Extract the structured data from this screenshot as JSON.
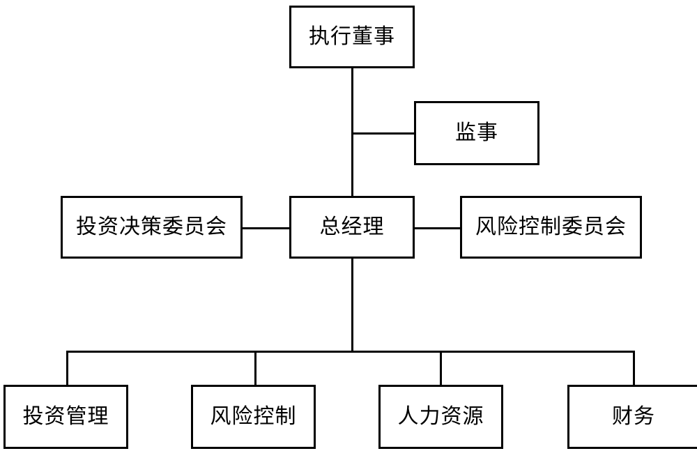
{
  "chart": {
    "type": "org-chart",
    "title": "",
    "orientation": "top-down",
    "line_color": "#000000",
    "box_fill": "#ffffff",
    "box_border_color": "#000000",
    "text_color": "#000000",
    "levels": [
      {
        "level": 1,
        "nodes": [
          {
            "id": "executive-director",
            "label": "执行董事"
          }
        ]
      },
      {
        "level": 2,
        "nodes": [
          {
            "id": "supervisor",
            "label": "监事"
          }
        ]
      },
      {
        "level": 3,
        "nodes": [
          {
            "id": "investment-decision-committee",
            "label": "投资决策委员会"
          },
          {
            "id": "general-manager",
            "label": "总经理"
          },
          {
            "id": "risk-control-committee",
            "label": "风险控制委员会"
          }
        ]
      },
      {
        "level": 4,
        "nodes": [
          {
            "id": "investment-management",
            "label": "投资管理"
          },
          {
            "id": "risk-control",
            "label": "风险控制"
          },
          {
            "id": "human-resources",
            "label": "人力资源"
          },
          {
            "id": "finance",
            "label": "财务"
          }
        ]
      }
    ],
    "edges": [
      {
        "from": "executive-director",
        "to": "general-manager",
        "style": "straight-vertical"
      },
      {
        "from": "executive-director",
        "to": "supervisor",
        "style": "elbow-right"
      },
      {
        "from": "general-manager",
        "to": "investment-decision-committee",
        "style": "horizontal-left"
      },
      {
        "from": "general-manager",
        "to": "risk-control-committee",
        "style": "horizontal-right"
      },
      {
        "from": "general-manager",
        "to": "investment-management",
        "style": "bus-down"
      },
      {
        "from": "general-manager",
        "to": "risk-control",
        "style": "bus-down"
      },
      {
        "from": "general-manager",
        "to": "human-resources",
        "style": "bus-down"
      },
      {
        "from": "general-manager",
        "to": "finance",
        "style": "bus-down"
      }
    ]
  }
}
